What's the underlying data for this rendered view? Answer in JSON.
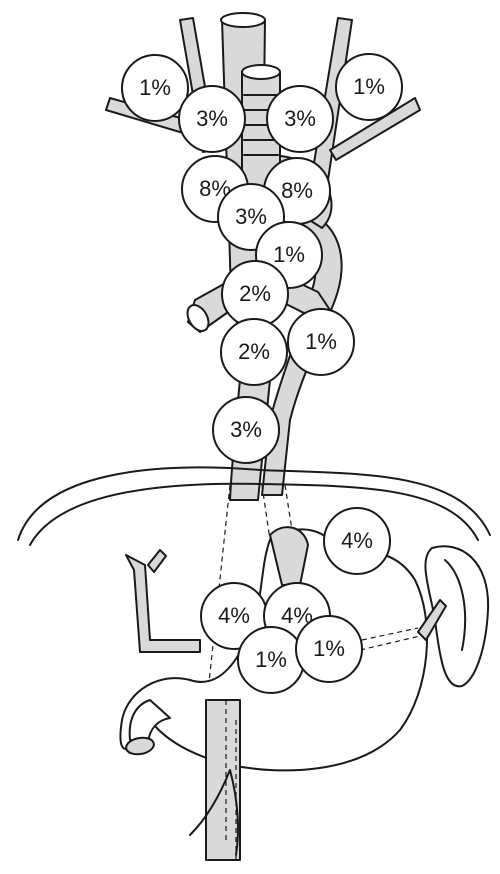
{
  "nodes": [
    {
      "id": "left-supraclavicular",
      "label": "1%"
    },
    {
      "id": "right-supraclavicular",
      "label": "1%"
    },
    {
      "id": "left-upper-paratracheal",
      "label": "3%"
    },
    {
      "id": "right-upper-paratracheal",
      "label": "3%"
    },
    {
      "id": "left-lower-paratracheal",
      "label": "8%"
    },
    {
      "id": "right-lower-paratracheal",
      "label": "8%"
    },
    {
      "id": "subaortic",
      "label": "3%"
    },
    {
      "id": "para-aortic",
      "label": "1%"
    },
    {
      "id": "subcarinal",
      "label": "2%"
    },
    {
      "id": "middle-paraesophageal",
      "label": "2%"
    },
    {
      "id": "hilar",
      "label": "1%"
    },
    {
      "id": "lower-paraesophageal",
      "label": "3%"
    },
    {
      "id": "left-gastric",
      "label": "4%"
    },
    {
      "id": "common-hepatic",
      "label": "4%"
    },
    {
      "id": "celiac",
      "label": "4%"
    },
    {
      "id": "paracardial",
      "label": "1%"
    },
    {
      "id": "splenic-artery",
      "label": "1%"
    }
  ],
  "colors": {
    "organ_fill": "#d9d9d9",
    "stroke": "#1a1a1a",
    "node_fill": "#ffffff"
  }
}
